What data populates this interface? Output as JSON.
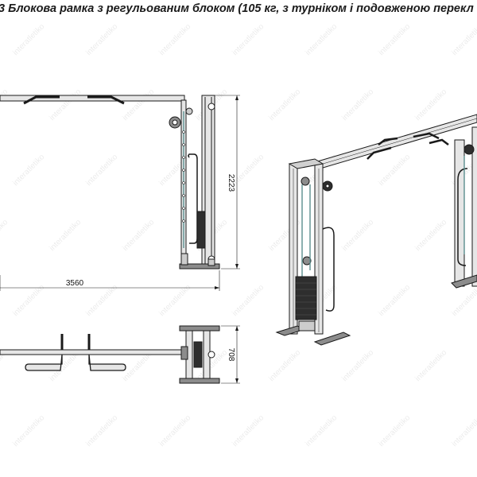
{
  "title": "3 Блокова рамка з регульованим блоком (105 кг, з турніком і подовженою перекл",
  "dimensions": {
    "height": "2223",
    "length": "3560",
    "depth": "708"
  },
  "watermark": "interatletiko",
  "colors": {
    "line": "#1a1a1a",
    "frame_fill": "#e6e6e6",
    "frame_dark": "#8c8c8c",
    "cable": "#5a8f8f",
    "weight_stack": "#2e2e2e"
  }
}
